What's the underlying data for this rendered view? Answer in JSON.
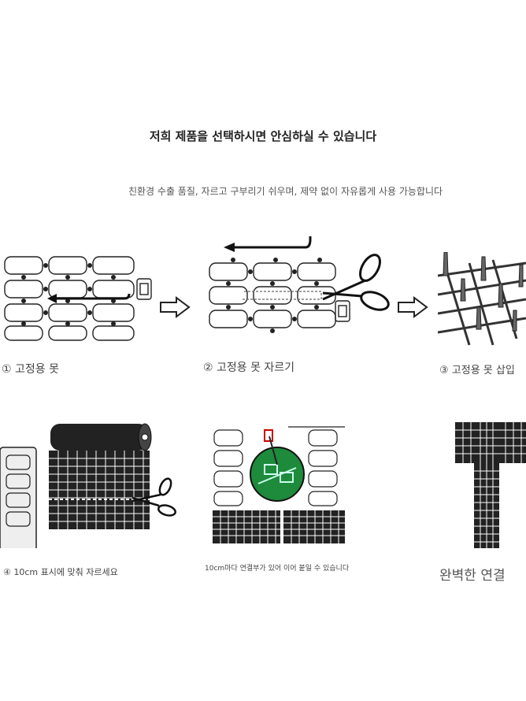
{
  "header": {
    "title": "저희 제품을 선택하시면 안심하실 수 있습니다",
    "subtitle": "친환경 수출 품질, 자르고 구부리기 쉬우며, 제약 없이 자유롭게 사용 가능합니다"
  },
  "steps": [
    {
      "label": "① 고정용 못"
    },
    {
      "label": "② 고정용 못 자르기"
    },
    {
      "label": "③ 고정용 못 삽입"
    },
    {
      "label": "④ 10cm 표시에 맞춰 자르세요"
    },
    {
      "label": "10cm마다 연결부가 있어 이어 붙일 수 있습니다"
    },
    {
      "label": "완벽한 연결"
    }
  ],
  "icons": [
    "arrow-right-icon",
    "scissors-icon",
    "hook-pin-icon"
  ]
}
